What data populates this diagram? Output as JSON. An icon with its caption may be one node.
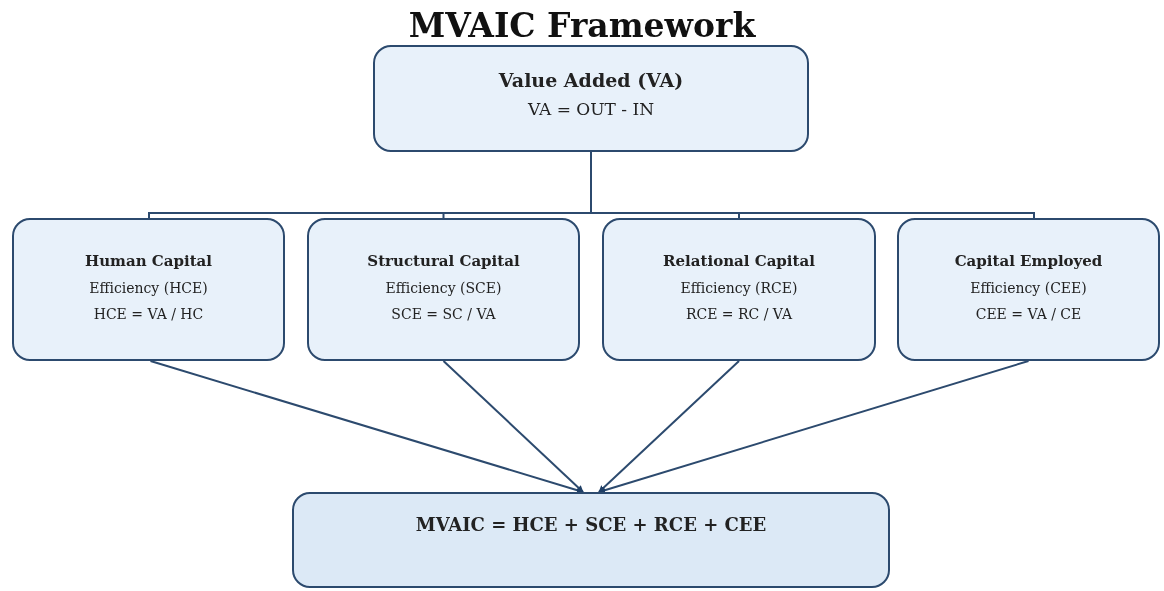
{
  "diagram": {
    "title": "MVAIC Framework",
    "nodes": [
      {
        "text": [
          "Value Added (VA)",
          "VA = OUT - IN"
        ]
      },
      {
        "text": [
          "Human Capital",
          "Efficiency (HCE)",
          "HCE = VA / HC"
        ]
      },
      {
        "text": [
          "Structural Capital",
          "Efficiency (SCE)",
          "SCE = SC / VA"
        ]
      },
      {
        "text": [
          "Relational Capital",
          "Efficiency (RCE)",
          "RCE = RC / VA"
        ]
      },
      {
        "text": [
          "Capital Employed",
          "Efficiency (CEE)",
          "CEE = VA / CE"
        ]
      },
      {
        "text": [
          "MVAIC = HCE + SCE + RCE + CEE"
        ]
      }
    ],
    "edges": [
      {
        "from": 0,
        "to": 1,
        "arrow": "none"
      },
      {
        "from": 0,
        "to": 2,
        "arrow": "none"
      },
      {
        "from": 0,
        "to": 3,
        "arrow": "none"
      },
      {
        "from": 0,
        "to": 4,
        "arrow": "none"
      },
      {
        "from": 1,
        "to": 5,
        "arrow": "to"
      },
      {
        "from": 2,
        "to": 5,
        "arrow": "to"
      },
      {
        "from": 3,
        "to": 5,
        "arrow": "to"
      },
      {
        "from": 4,
        "to": 5,
        "arrow": "to"
      }
    ]
  }
}
